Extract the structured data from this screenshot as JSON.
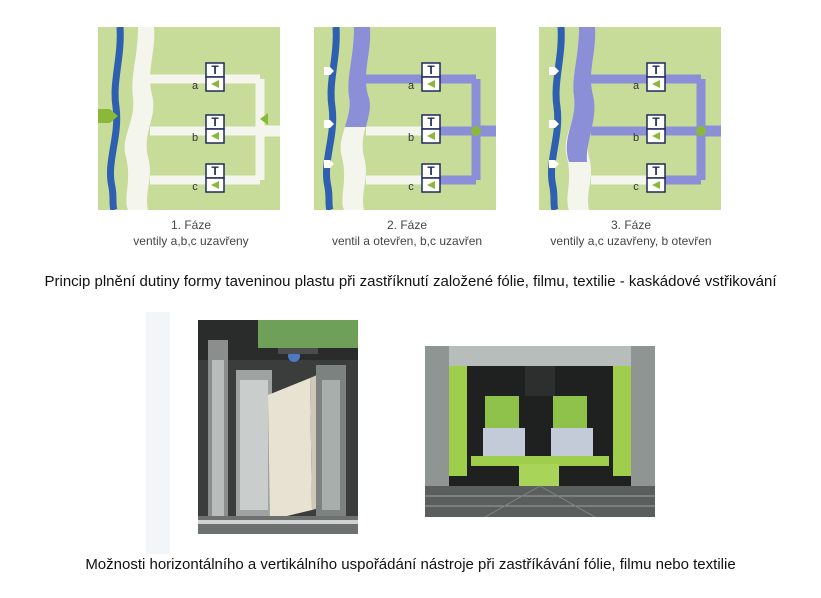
{
  "phases": [
    {
      "caption": "1. Fáze",
      "subcaption": "ventily  a,b,c uzavřeny",
      "valves": [
        "a",
        "b",
        "c"
      ],
      "open": [
        false,
        false,
        false
      ]
    },
    {
      "caption": "2. Fáze",
      "subcaption": "ventil a otevřen, b,c uzavřen",
      "valves": [
        "a",
        "b",
        "c"
      ],
      "open": [
        true,
        false,
        false
      ]
    },
    {
      "caption": "3. Fáze",
      "subcaption": "ventily a,c uzavřeny, b otevřen",
      "valves": [
        "a",
        "b",
        "c"
      ],
      "open": [
        false,
        true,
        false
      ]
    }
  ],
  "valve_symbol": "T",
  "title_top": "Princip plnění dutiny formy taveninou plastu při zastříknutí založené fólie, filmu, textilie - kaskádové vstřikování",
  "title_bottom": "Možnosti horizontálního a vertikálního uspořádání nástroje při zastříkávání fólie, filmu nebo textilie",
  "colors": {
    "panel_bg": "#c8dc9a",
    "channel_white": "#f4f6ee",
    "melt_blue": "#8a8fd8",
    "wall_blue": "#2f5fb0",
    "arrow_green": "#8ab838"
  },
  "photos": [
    {
      "name": "vertical-tool-photo"
    },
    {
      "name": "horizontal-tool-photo"
    }
  ]
}
